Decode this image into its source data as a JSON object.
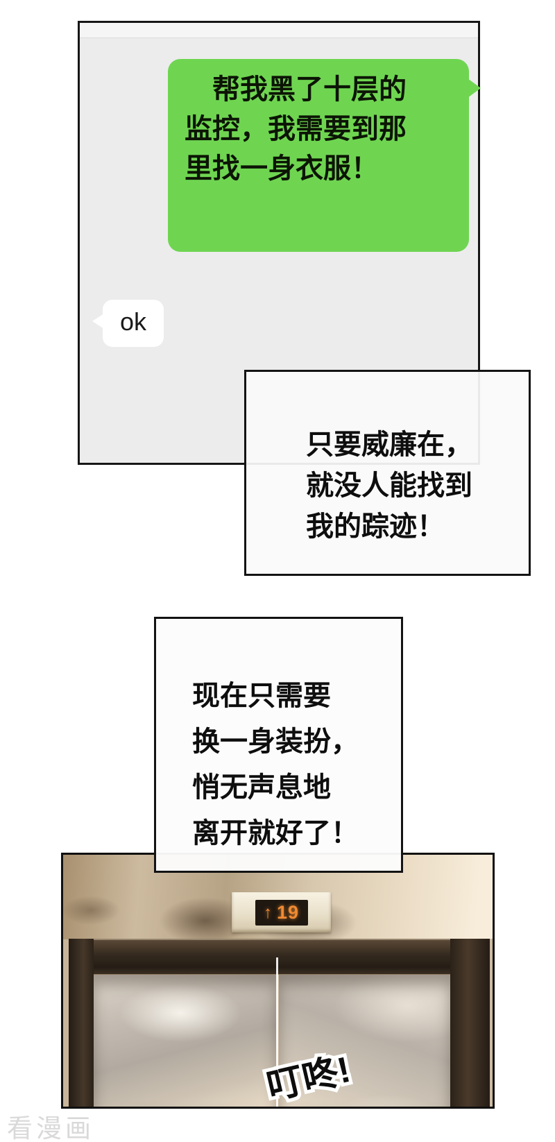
{
  "page": {
    "watermark": "看漫画"
  },
  "chat": {
    "outgoing_message": "　帮我黑了十层的\n监控，我需要到那\n里找一身衣服！",
    "incoming_message": "ok"
  },
  "narration": {
    "box1": "只要威廉在，\n就没人能找到\n我的踪迹！",
    "box2": "现在只需要\n换一身装扮，\n悄无声息地\n离开就好了！"
  },
  "elevator": {
    "arrow": "↑",
    "floor": "19",
    "sfx": "叮咚!"
  },
  "colors": {
    "bubble_green": "#6fd551",
    "display_orange": "#f08a33"
  }
}
